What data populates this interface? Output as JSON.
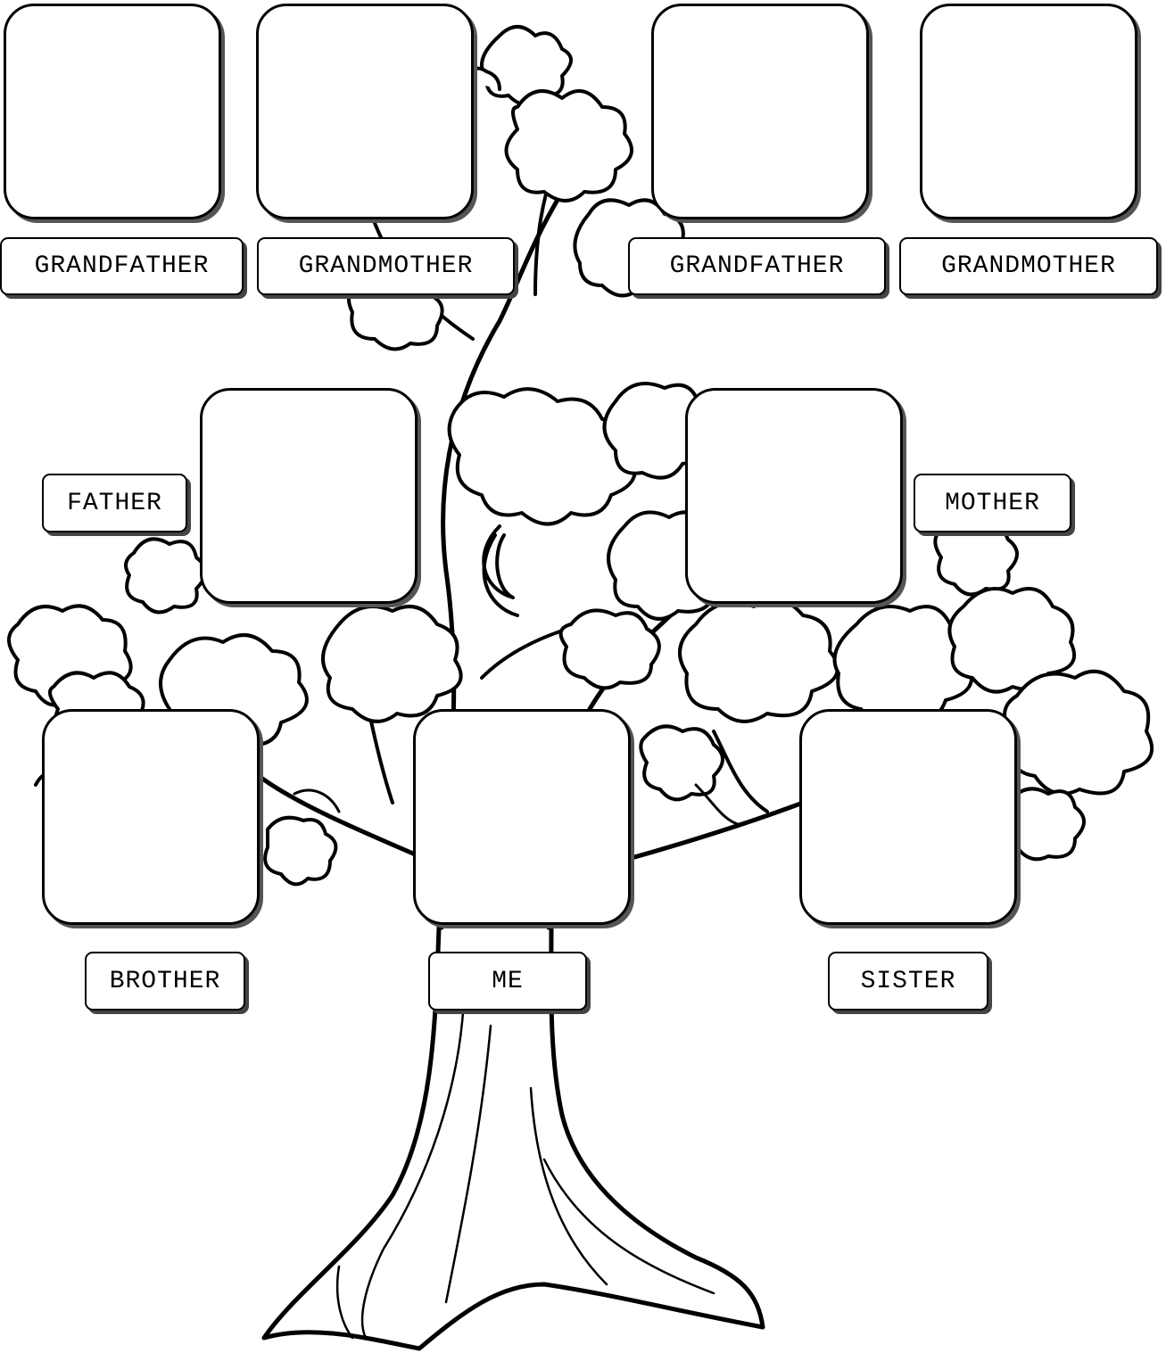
{
  "worksheet": {
    "members": [
      {
        "key": "paternal_grandfather",
        "label": "GRANDFATHER"
      },
      {
        "key": "paternal_grandmother",
        "label": "GRANDMOTHER"
      },
      {
        "key": "maternal_grandfather",
        "label": "GRANDFATHER"
      },
      {
        "key": "maternal_grandmother",
        "label": "GRANDMOTHER"
      },
      {
        "key": "father",
        "label": "FATHER"
      },
      {
        "key": "mother",
        "label": "MOTHER"
      },
      {
        "key": "brother",
        "label": "BROTHER"
      },
      {
        "key": "me",
        "label": "ME"
      },
      {
        "key": "sister",
        "label": "SISTER"
      }
    ]
  },
  "colors": {
    "line": "#000000",
    "paper": "#ffffff",
    "shadow": "#555555"
  }
}
